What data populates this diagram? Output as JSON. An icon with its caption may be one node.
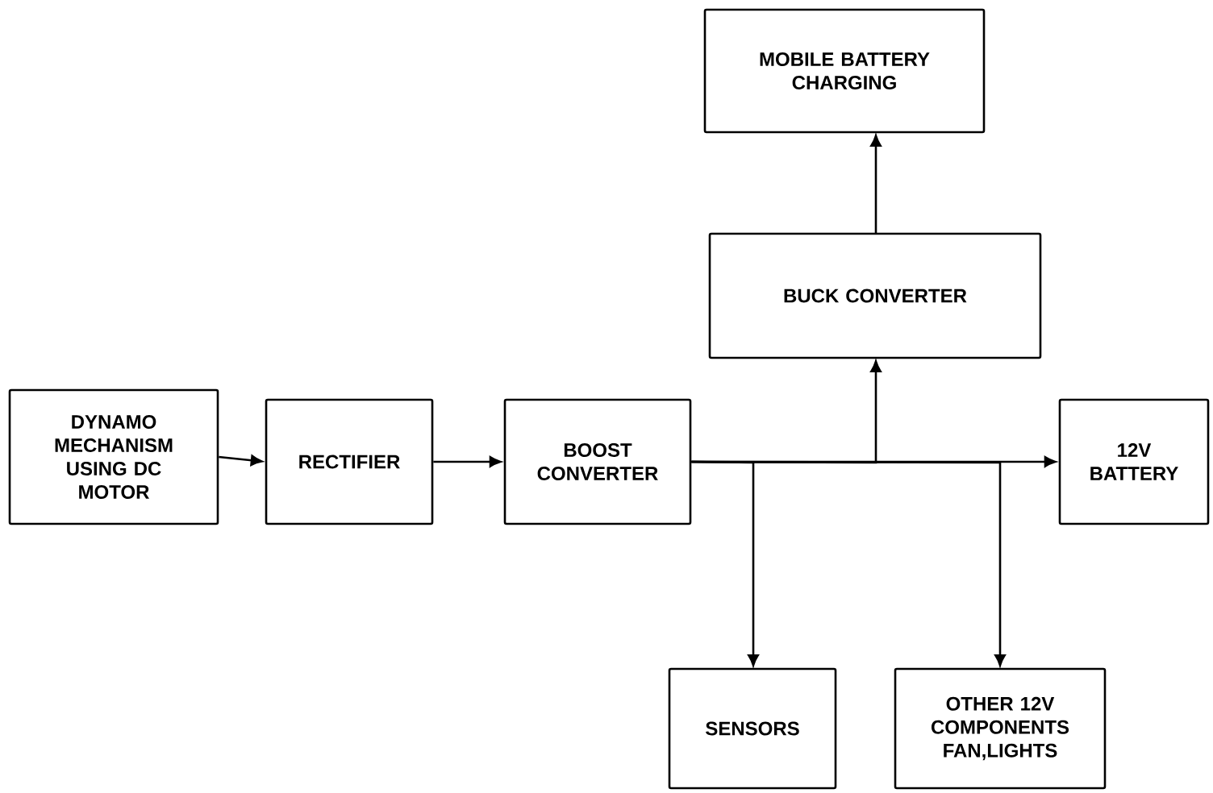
{
  "diagram": {
    "nodes": [
      {
        "text": [
          "DYNAMO MECHANISM USING DC MOTOR"
        ]
      },
      {
        "text": [
          "RECTIFIER"
        ]
      },
      {
        "text": [
          "BOOST CONVERTER"
        ]
      },
      {
        "text": [
          "MOBILE BATTERY CHARGING"
        ]
      },
      {
        "text": [
          "BUCK CONVERTER"
        ]
      },
      {
        "text": [
          "12V BATTERY"
        ]
      },
      {
        "text": [
          "SENSORS"
        ]
      },
      {
        "text": [
          "OTHER 12V COMPONENTS FAN,LIGHTS"
        ]
      }
    ],
    "edges": [
      {
        "from": 0,
        "to": 1,
        "arrow": "to"
      },
      {
        "from": 1,
        "to": 2,
        "arrow": "to"
      },
      {
        "from": 4,
        "to": 3,
        "arrow": "to"
      },
      {
        "from": 2,
        "to": 4,
        "arrow": "to"
      },
      {
        "from": 2,
        "to": 5,
        "arrow": "to"
      },
      {
        "from": 2,
        "to": 6,
        "arrow": "to"
      },
      {
        "from": 2,
        "to": 7,
        "arrow": "to"
      }
    ]
  }
}
